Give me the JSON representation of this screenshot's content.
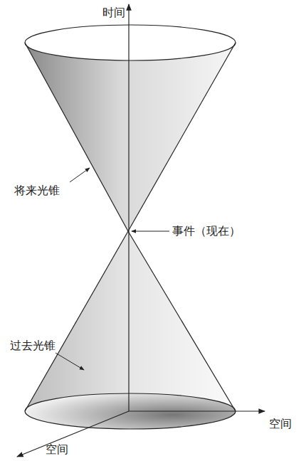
{
  "diagram": {
    "labels": [
      "时间",
      "将来光锥",
      "事件（现在）",
      "过去光锥",
      "空间",
      "空间"
    ]
  }
}
